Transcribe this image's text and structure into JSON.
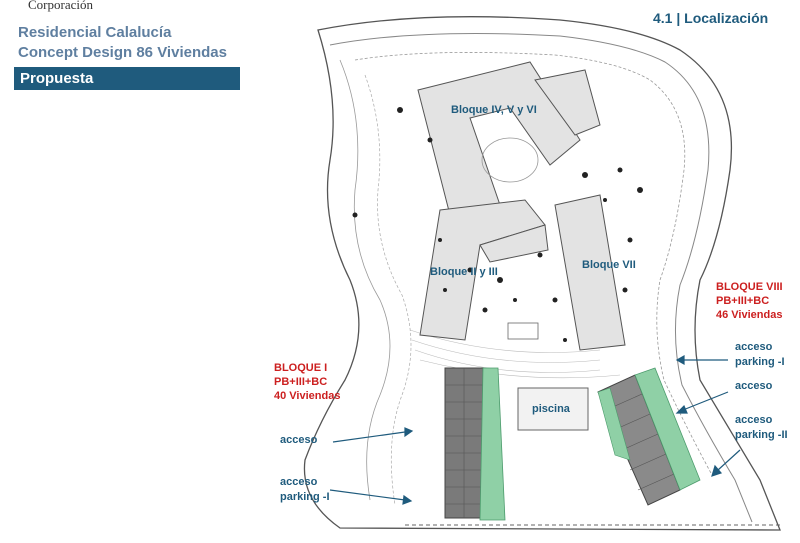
{
  "header": {
    "company": "Corporación",
    "title_line1": "Residencial Calalucía",
    "title_line2": "Concept Design 86 Viviendas",
    "banner": "Propuesta",
    "section": "4.1 | Localización"
  },
  "plan": {
    "blocks": {
      "b456": "Bloque IV, V y VI",
      "b23": "Bloque II y III",
      "b7": "Bloque VII",
      "pool": "piscina"
    },
    "bloque_i": [
      "BLOQUE I",
      "PB+III+BC",
      "40 Viviendas"
    ],
    "bloque_viii": [
      "BLOQUE VIII",
      "PB+III+BC",
      "46 Viviendas"
    ],
    "accesos": {
      "left_acceso": "acceso",
      "left_parking_1": "acceso",
      "left_parking_2": "parking -I",
      "right_parking_1": "acceso",
      "right_parking_2": "parking -I",
      "right_acceso": "acceso",
      "right_parking_ii_1": "acceso",
      "right_parking_ii_2": "parking -II"
    },
    "colors": {
      "building": "#e3e3e3",
      "green": "#7ec79a",
      "label": "#1f5b7d",
      "highlight": "#cc2020"
    }
  }
}
